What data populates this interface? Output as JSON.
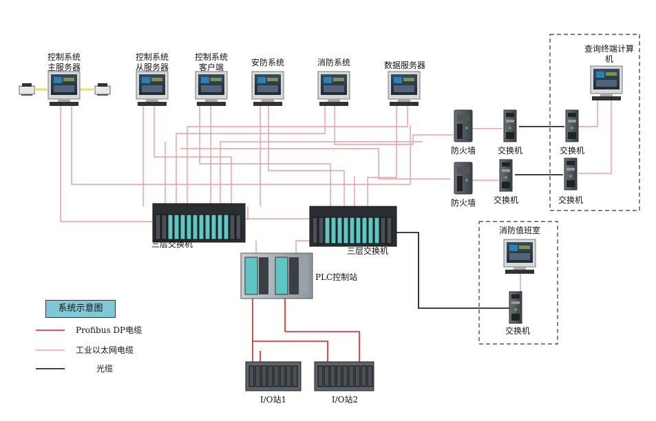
{
  "workstations": {
    "main_server": "控制系统\n主服务器",
    "slave_server": "控制系统\n从服务器",
    "client": "控制系统\n客户端",
    "security": "安防系统",
    "fire": "消防系统",
    "data_server": "数据服务器"
  },
  "query_terminal": "查询终端计算\n机",
  "firewall_1": "防火墙",
  "firewall_2": "防火墙",
  "switch_1": "交换机",
  "switch_2": "交换机",
  "switch_3": "交换机",
  "switch_4": "交换机",
  "switch_fire_room": "交换机",
  "l3_switch_left": "三层交换机",
  "l3_switch_right": "三层交换机",
  "plc_station": "PLC控制站",
  "fire_duty_room": "消防值班室",
  "io_station_1": "I/O站1",
  "io_station_2": "I/O站2",
  "legend": {
    "title": "系统示意图",
    "items": [
      {
        "label": "Profibus DP电缆",
        "color": "#d42020"
      },
      {
        "label": "工业以太网电缆",
        "color": "#e8a0a0"
      },
      {
        "label": "光缆",
        "color": "#000000"
      }
    ]
  },
  "colors": {
    "profibus": "#d42020",
    "ethernet": "#e8a0a0",
    "fiber": "#000000",
    "device_teal": "#5fc6c4",
    "legend_bg": "#7fc8d6"
  }
}
